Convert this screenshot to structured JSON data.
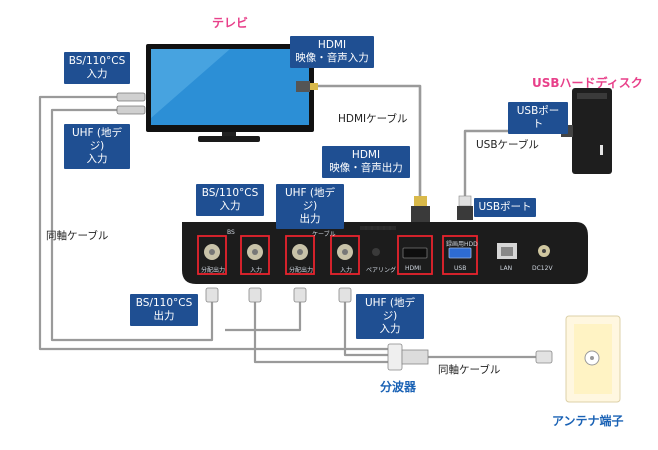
{
  "devices": {
    "tv": "テレビ",
    "usb_hdd": "USBハードディスク",
    "splitter": "分波器",
    "antenna": "アンテナ端子"
  },
  "labels": {
    "tv_bs_in": [
      "BS/110°CS",
      "入力"
    ],
    "tv_uhf_in": [
      "UHF (地デジ)",
      "入力"
    ],
    "tv_hdmi_in": [
      "HDMI",
      "映像・音声入力"
    ],
    "hdd_usb_port": "USBポート",
    "box_hdmi_out": [
      "HDMI",
      "映像・音声出力"
    ],
    "box_bs_in": [
      "BS/110°CS",
      "入力"
    ],
    "box_uhf_out": [
      "UHF (地デジ)",
      "出力"
    ],
    "box_usb_port": "USBポート",
    "box_bs_out": [
      "BS/110°CS",
      "出力"
    ],
    "box_uhf_in": [
      "UHF (地デジ)",
      "入力"
    ]
  },
  "cables": {
    "hdmi": "HDMIケーブル",
    "usb": "USBケーブル",
    "coax_left": "同軸ケーブル",
    "coax_bottom": "同軸ケーブル"
  },
  "panel": {
    "bs_group": "BS",
    "cable_group": "ケーブル",
    "bs_out": "分配出力",
    "bs_in": "入力",
    "cable_out": "分配出力",
    "cable_in": "入力",
    "pairing": "ペアリング",
    "usb_hdd_tag": "録画用HDD",
    "hdmi": "HDMI",
    "usb": "USB",
    "lan": "LAN",
    "dc": "DC12V"
  },
  "colors": {
    "label_bg": "#1f4f92",
    "highlight": "#e8242d",
    "title_pink": "#e8408a",
    "title_blue": "#1a62b5",
    "cable": "#9a9a9a"
  }
}
